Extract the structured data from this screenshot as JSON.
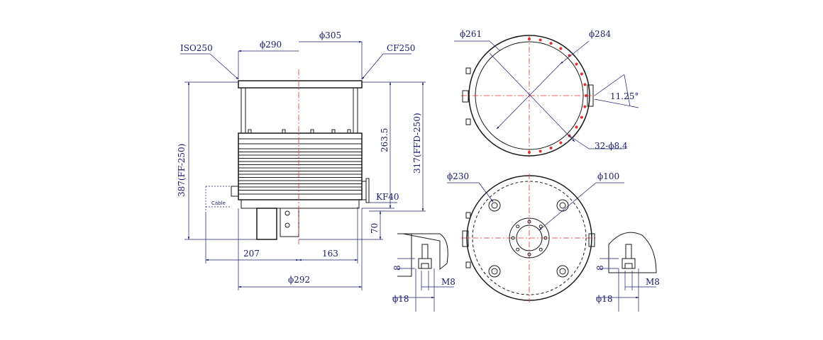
{
  "colors": {
    "line": "#1a1a1a",
    "dimension": "#1a1a6e",
    "centerline": "#e03030",
    "background": "#ffffff"
  },
  "labels": {
    "iso": "ISO250",
    "phi290": "ϕ290",
    "phi305": "ϕ305",
    "cf": "CF250",
    "h387": "387(FF-250)",
    "h263": "263.5",
    "h317": "317(FFD-250)",
    "kf": "KF40",
    "cable": "Cable",
    "d207": "207",
    "d163": "163",
    "d70": "70",
    "phi292": "ϕ292",
    "phi261": "ϕ261",
    "phi284": "ϕ284",
    "angle": "11.25°",
    "holes": "32-ϕ8.4",
    "phi230": "ϕ230",
    "phi100": "ϕ100",
    "eight_left": "8",
    "m8_left": "M8",
    "phi18_left": "ϕ18",
    "eight_right": "8",
    "m8_right": "M8",
    "phi18_right": "ϕ18"
  }
}
